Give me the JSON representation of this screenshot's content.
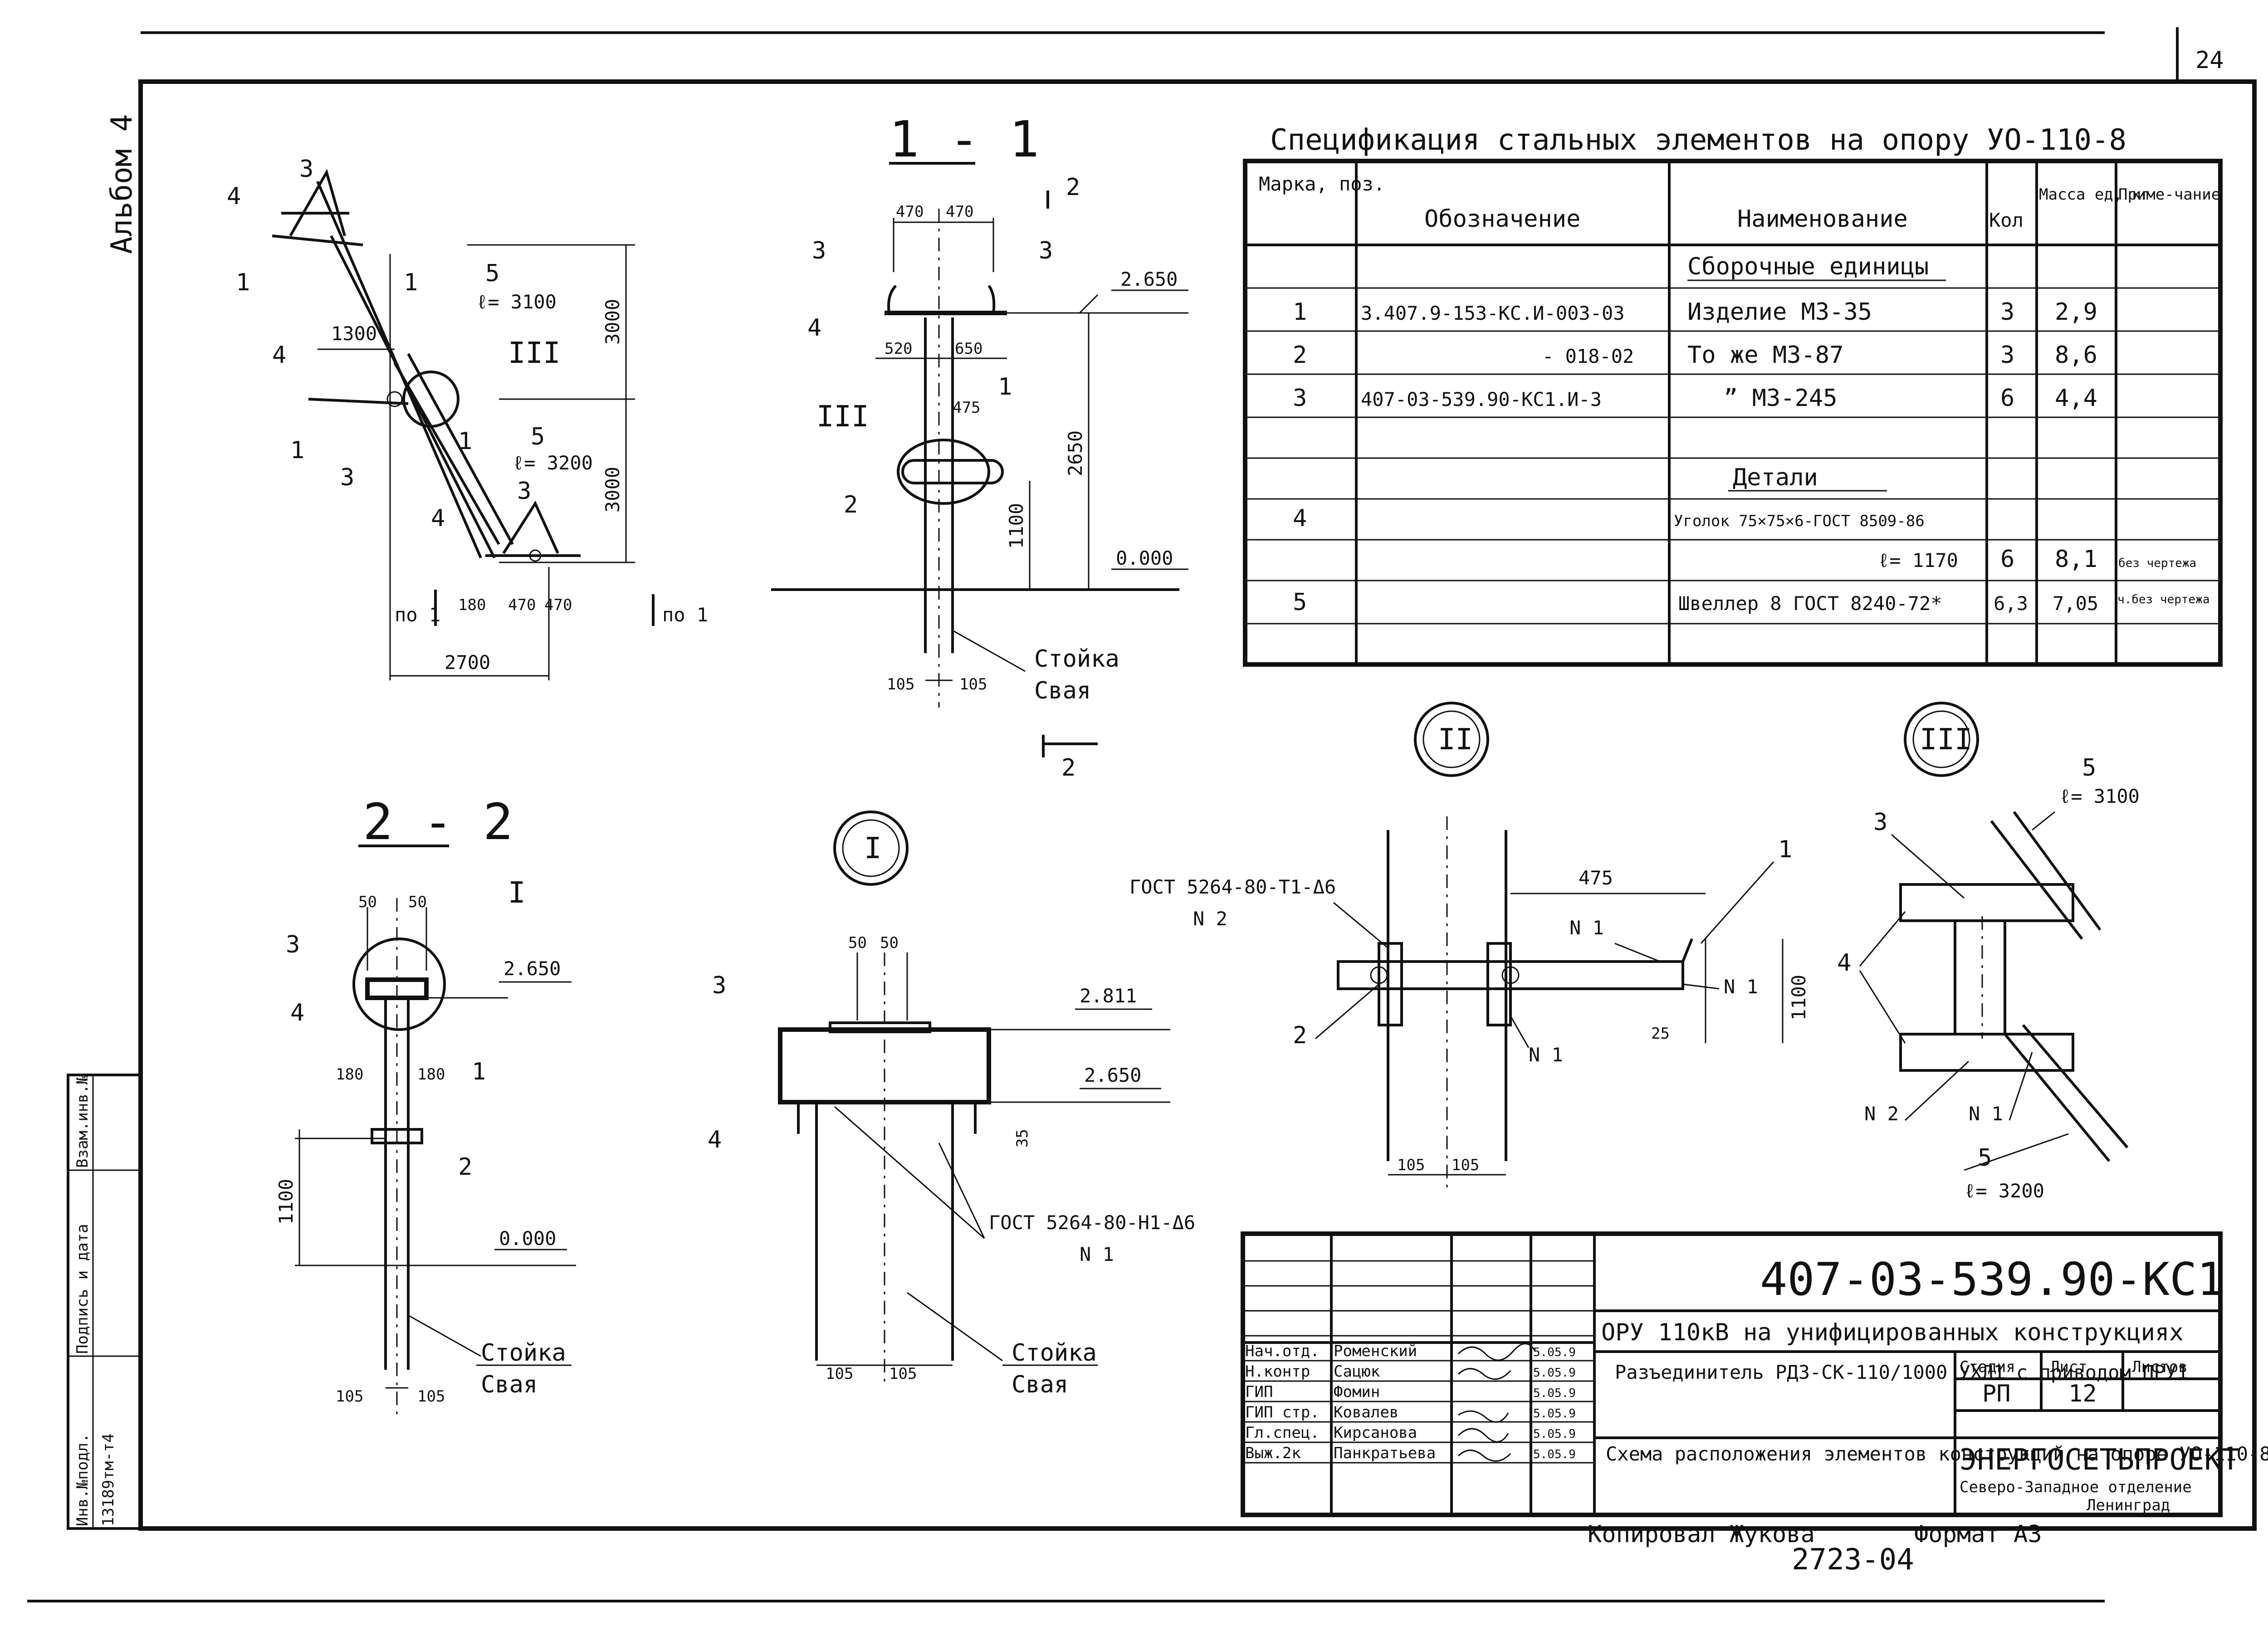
{
  "sheet": {
    "page_number": "24",
    "album": "Альбом 4",
    "stamp_left": [
      "Инв.№подл.",
      "Подпись и дата",
      "Взам.инв.№"
    ],
    "stamp_left_value": "13189тм-т4",
    "copied_by": "Копировал Жукова",
    "format": "Формат А3",
    "order_number": "2723-04"
  },
  "spec": {
    "title": "Спецификация стальных элементов на опору УО-110-8",
    "headers": [
      "Марка, поз.",
      "Обозначение",
      "Наименование",
      "Кол",
      "Масса ед, кг",
      "Приме-чание"
    ],
    "section_assemblies": "Сборочные единицы",
    "section_details": "Детали",
    "rows": [
      {
        "pos": "1",
        "code": "3.407.9-153-КС.И-003-03",
        "name": "Изделие  МЗ-35",
        "qty": "3",
        "mass": "2,9",
        "note": ""
      },
      {
        "pos": "2",
        "code": "- 018-02",
        "name": "То же  МЗ-87",
        "qty": "3",
        "mass": "8,6",
        "note": ""
      },
      {
        "pos": "3",
        "code": "407-03-539.90-КС1.И-3",
        "name": "”    МЗ-245",
        "qty": "6",
        "mass": "4,4",
        "note": ""
      },
      {
        "pos": "4",
        "code": "",
        "name": "Уголок 75×75×6-ГОСТ 8509-86",
        "qty": "",
        "mass": "",
        "note": ""
      },
      {
        "pos": "",
        "code": "",
        "name": "ℓ= 1170",
        "qty": "6",
        "mass": "8,1",
        "note": "без чертежа"
      },
      {
        "pos": "5",
        "code": "",
        "name": "Швеллер 8 ГОСТ 8240-72*",
        "qty": "6,3",
        "mass": "7,05",
        "note": "ч.без чертежа"
      }
    ]
  },
  "views": {
    "section_1_1": "1 - 1",
    "section_2_2": "2 - 2",
    "node_I": "I",
    "node_II": "II",
    "node_III": "III",
    "cut_2": "2",
    "marks": {
      "m1": "1",
      "m2": "2",
      "m3": "3",
      "m4": "4",
      "m5": "5"
    },
    "node_mark_III": "III",
    "node_mark_I": "I",
    "level_2650": "2.650",
    "level_0": "0.000",
    "level_2811": "2.811",
    "stand": "Стойка",
    "pile": "Свая",
    "weld_t1": "ГОСТ 5264-80-Т1-Δ6",
    "weld_h1": "ГОСТ 5264-80-Н1-Δ6",
    "n1": "N 1",
    "n2": "N 2",
    "l3100": "ℓ= 3100",
    "l3200": "ℓ= 3200",
    "po1": "по 1",
    "dims": {
      "d3000": "3000",
      "d1300": "1300",
      "d2700": "2700",
      "d180": "180",
      "d470": "470",
      "d520": "520",
      "d650": "650",
      "d475": "475",
      "d2650": "2650",
      "d1100": "1100",
      "d105": "105",
      "d50": "50",
      "d35": "35",
      "d25": "25"
    }
  },
  "title_block": {
    "doc_code": "407-03-539.90-КС1",
    "project": "ОРУ 110кВ на унифицированных конструкциях",
    "product": "Разъединитель РДЗ-СК-110/1000 УХЛ1 с приводом ПРУ1",
    "sheet_title": "Схема расположения элементов конструкций на опоре УО-110-8",
    "stage_label": "Стадия",
    "sheet_label": "Лист",
    "sheets_label": "Листов",
    "stage": "РП",
    "sheet": "12",
    "sheets": "",
    "org": "ЭНЕРГОСЕТЬПРОЕКТ",
    "org_sub": "Северо-Западное отделение",
    "city": "Ленинград",
    "signers": [
      {
        "role": "Нач.отд.",
        "name": "Роменский",
        "date": "5.05.9"
      },
      {
        "role": "Н.контр",
        "name": "Сацюк",
        "date": "5.05.9"
      },
      {
        "role": "ГИП",
        "name": "Фомин",
        "date": "5.05.9"
      },
      {
        "role": "ГИП стр.",
        "name": "Ковалев",
        "date": "5.05.9"
      },
      {
        "role": "Гл.спец.",
        "name": "Кирсанова",
        "date": "5.05.9"
      },
      {
        "role": "Выж.2к",
        "name": "Панкратьева",
        "date": "5.05.9"
      }
    ]
  }
}
